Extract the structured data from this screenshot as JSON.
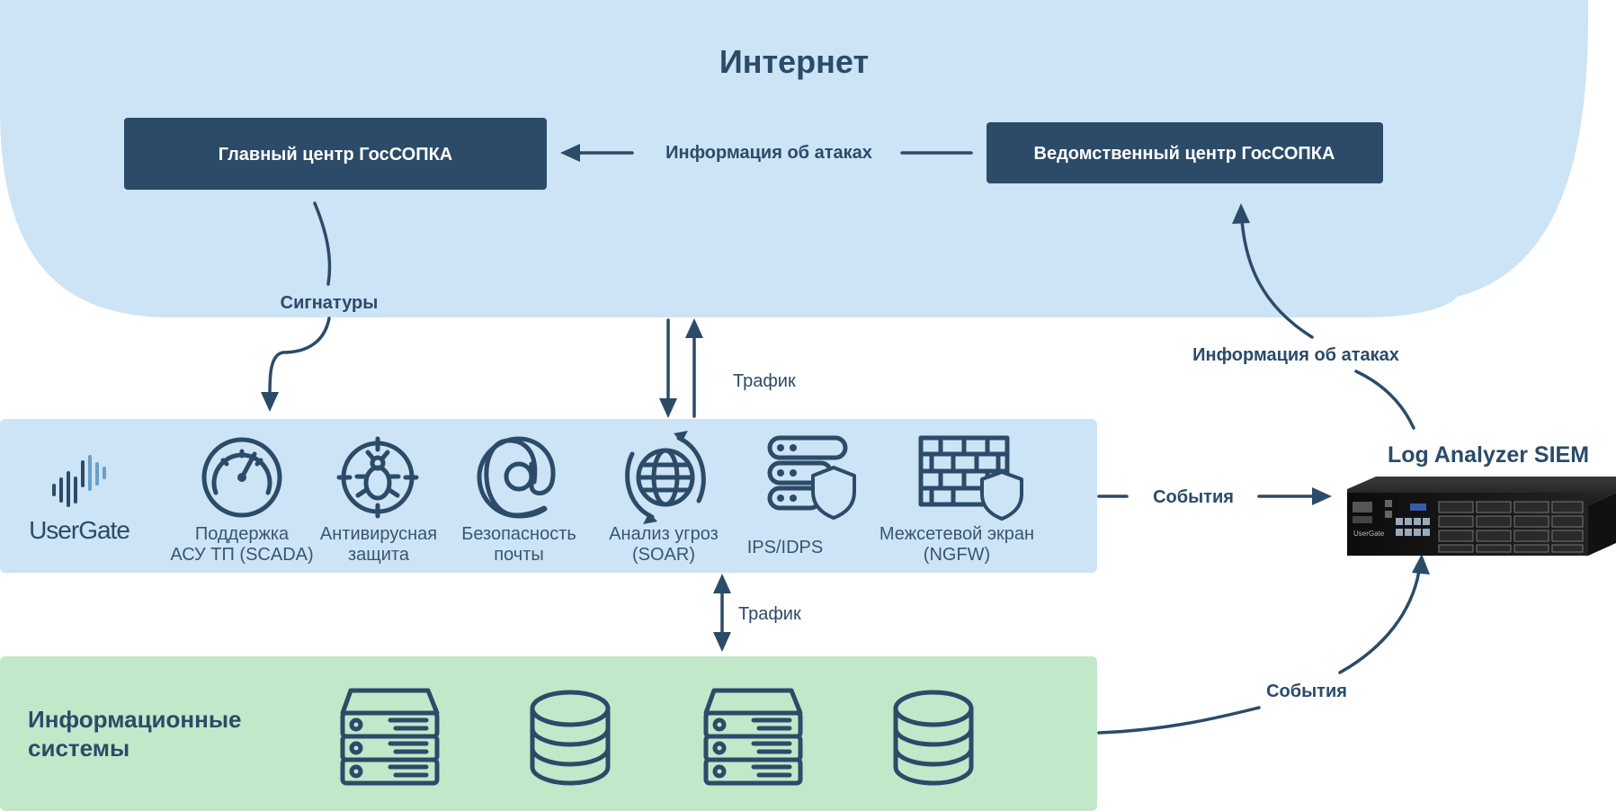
{
  "internet": {
    "title": "Интернет"
  },
  "main_center": {
    "label": "Главный центр ГосСОПКА"
  },
  "dept_center": {
    "label": "Ведомственный центр ГосСОПКА"
  },
  "edges": {
    "attack_info_top": "Информация об атаках",
    "signatures": "Сигнатуры",
    "traffic_top": "Трафик",
    "traffic_bottom": "Трафик",
    "events_right": "События",
    "events_bottom": "События",
    "attack_info_siem": "Информация об атаках"
  },
  "usergate": {
    "brand": "UserGate",
    "modules": [
      {
        "icon": "gauge-icon",
        "lines": [
          "Поддержка",
          "АСУ ТП (SCADA)"
        ]
      },
      {
        "icon": "bug-target-icon",
        "lines": [
          "Антивирусная",
          "защита"
        ]
      },
      {
        "icon": "at-sign-icon",
        "lines": [
          "Безопасность",
          "почты"
        ]
      },
      {
        "icon": "globe-cycle-icon",
        "lines": [
          "Анализ угроз",
          "(SOAR)"
        ]
      },
      {
        "icon": "server-shield-icon",
        "lines": [
          "IPS/IDPS"
        ]
      },
      {
        "icon": "firewall-shield-icon",
        "lines": [
          "Межсетевой экран",
          "(NGFW)"
        ]
      }
    ]
  },
  "info_systems": {
    "title_lines": [
      "Информационные",
      "системы"
    ],
    "icons": [
      "server-stack-icon",
      "database-icon",
      "server-stack-icon",
      "database-icon"
    ]
  },
  "siem": {
    "title": "Log Analyzer SIEM",
    "device_brand": "UserGate"
  },
  "colors": {
    "internet_bg": "#cde3f6",
    "usergate_bg": "#cde3f6",
    "info_systems_bg": "#c1e8c9",
    "dark_box": "#2b4b68",
    "ink": "#2b4b68",
    "brand_accent": "#6a9fc9"
  }
}
